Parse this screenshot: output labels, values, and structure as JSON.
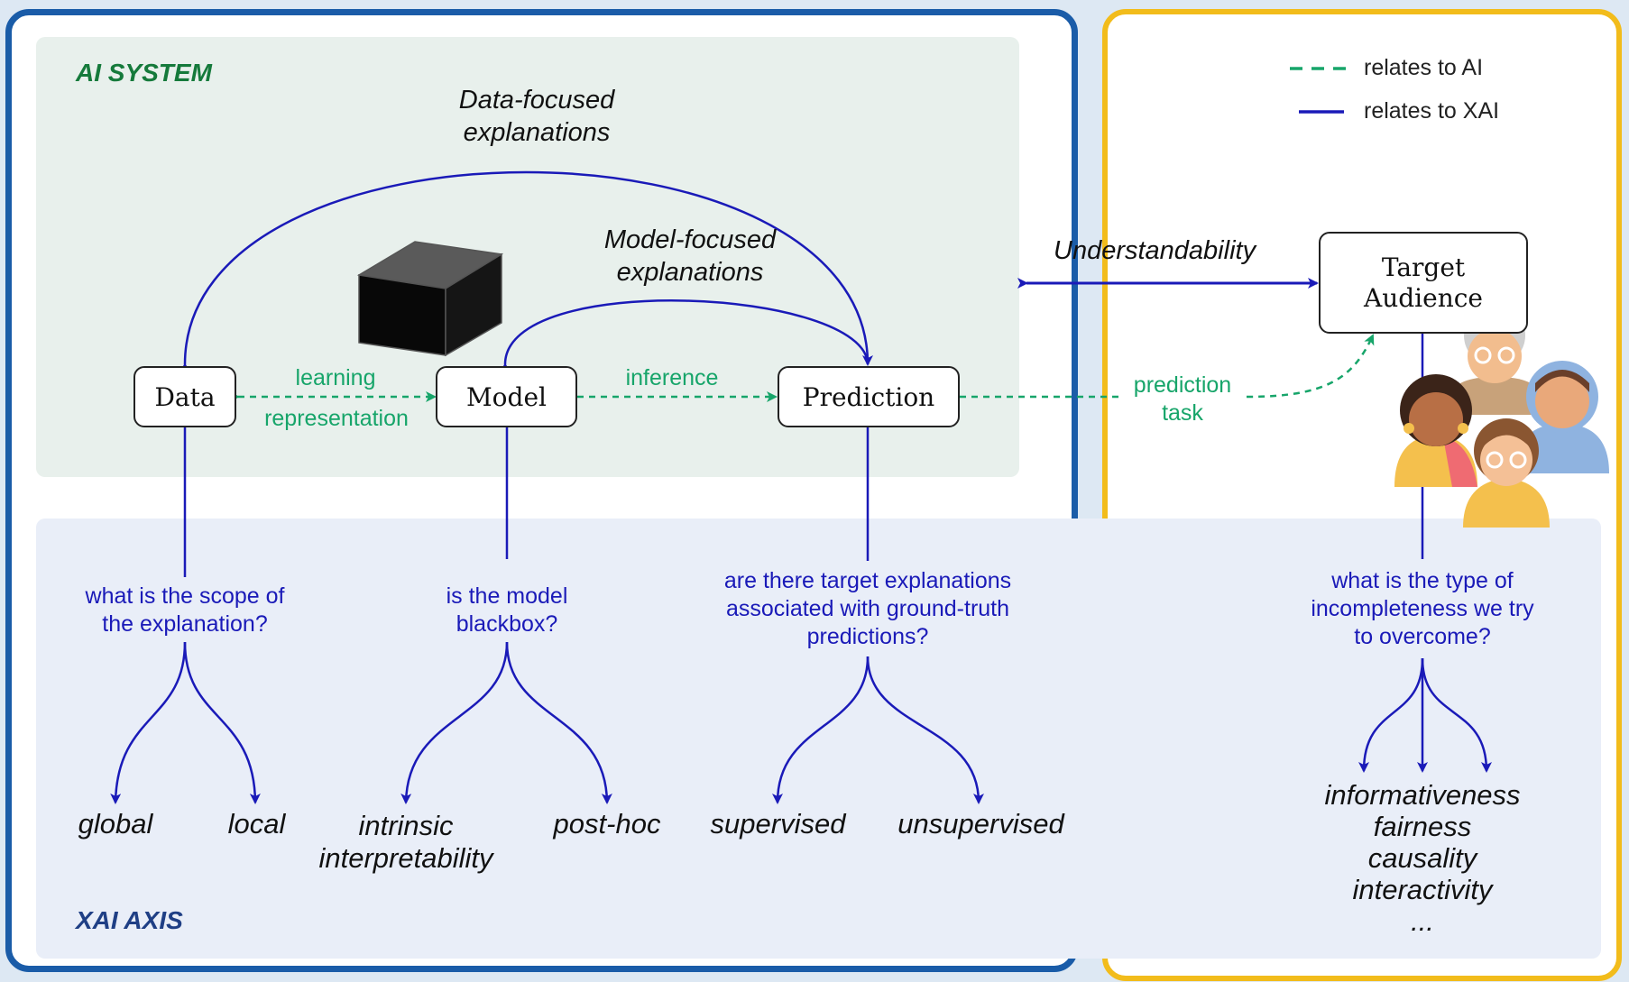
{
  "panels": {
    "ai_system_label": "AI SYSTEM",
    "xai_axis_label": "XAI AXIS"
  },
  "legend": {
    "ai": "relates to AI",
    "xai": "relates to XAI"
  },
  "nodes": {
    "data": "Data",
    "model": "Model",
    "prediction": "Prediction",
    "target_line1": "Target",
    "target_line2": "Audience"
  },
  "arc_labels": {
    "data_focused_1": "Data-focused",
    "data_focused_2": "explanations",
    "model_focused_1": "Model-focused",
    "model_focused_2": "explanations",
    "understandability": "Understandability"
  },
  "edge_labels": {
    "learning": "learning",
    "representation": "representation",
    "inference": "inference",
    "prediction_task_1": "prediction",
    "prediction_task_2": "task"
  },
  "questions": {
    "scope_1": "what is the scope of",
    "scope_2": "the explanation?",
    "blackbox_1": "is the model",
    "blackbox_2": "blackbox?",
    "target_1": "are there target explanations",
    "target_2": "associated with ground-truth",
    "target_3": "predictions?",
    "incomplete_1": "what is the type of",
    "incomplete_2": "incompleteness we try",
    "incomplete_3": "to overcome?"
  },
  "leaves": {
    "global": "global",
    "local": "local",
    "intrinsic_1": "intrinsic",
    "intrinsic_2": "interpretability",
    "post_hoc": "post-hoc",
    "supervised": "supervised",
    "unsupervised": "unsupervised",
    "informativeness": "informativeness",
    "fairness": "fairness",
    "causality": "causality",
    "interactivity": "interactivity",
    "ellipsis": "..."
  },
  "colors": {
    "ai_green": "#17a56a",
    "xai_blue": "#1a1ab8",
    "left_frame": "#1a5ca8",
    "right_frame": "#f2bc1b"
  },
  "icons": [
    "black-box-cube-icon",
    "target-audience-people-icon"
  ]
}
